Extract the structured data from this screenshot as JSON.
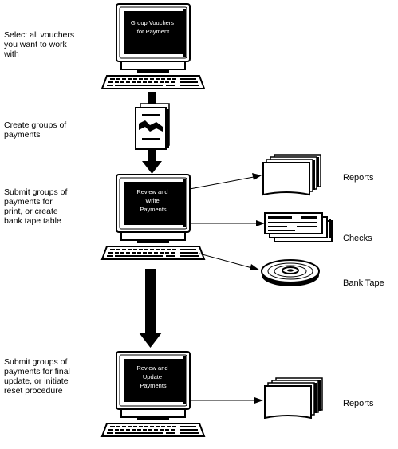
{
  "steps": [
    {
      "caption_lines": [
        "Select all vouchers",
        "you want to work",
        "with"
      ],
      "screen_lines": [
        "Group Vouchers",
        "for Payment"
      ]
    },
    {
      "caption_lines": [
        "Create groups of",
        "payments"
      ]
    },
    {
      "caption_lines": [
        "Submit groups of",
        "payments for",
        "print, or create",
        "bank tape table"
      ],
      "screen_lines": [
        "Review  and",
        "Write",
        "Payments"
      ]
    },
    {
      "caption_lines": [
        "Submit groups of",
        "payments for final",
        "update, or initiate",
        "reset procedure"
      ],
      "screen_lines": [
        "Review and",
        "Update",
        "Payments"
      ]
    }
  ],
  "outputs": {
    "reports_1": "Reports",
    "checks": "Checks",
    "bank_tape": "Bank Tape",
    "reports_2": "Reports"
  },
  "icons": {
    "computer": "computer-workstation-icon",
    "voucher_group": "voucher-group-icon",
    "report_stack": "report-stack-icon",
    "check_stack": "check-stack-icon",
    "tape_reel": "tape-reel-icon"
  },
  "colors": {
    "ink": "#000000",
    "paper": "#ffffff"
  }
}
